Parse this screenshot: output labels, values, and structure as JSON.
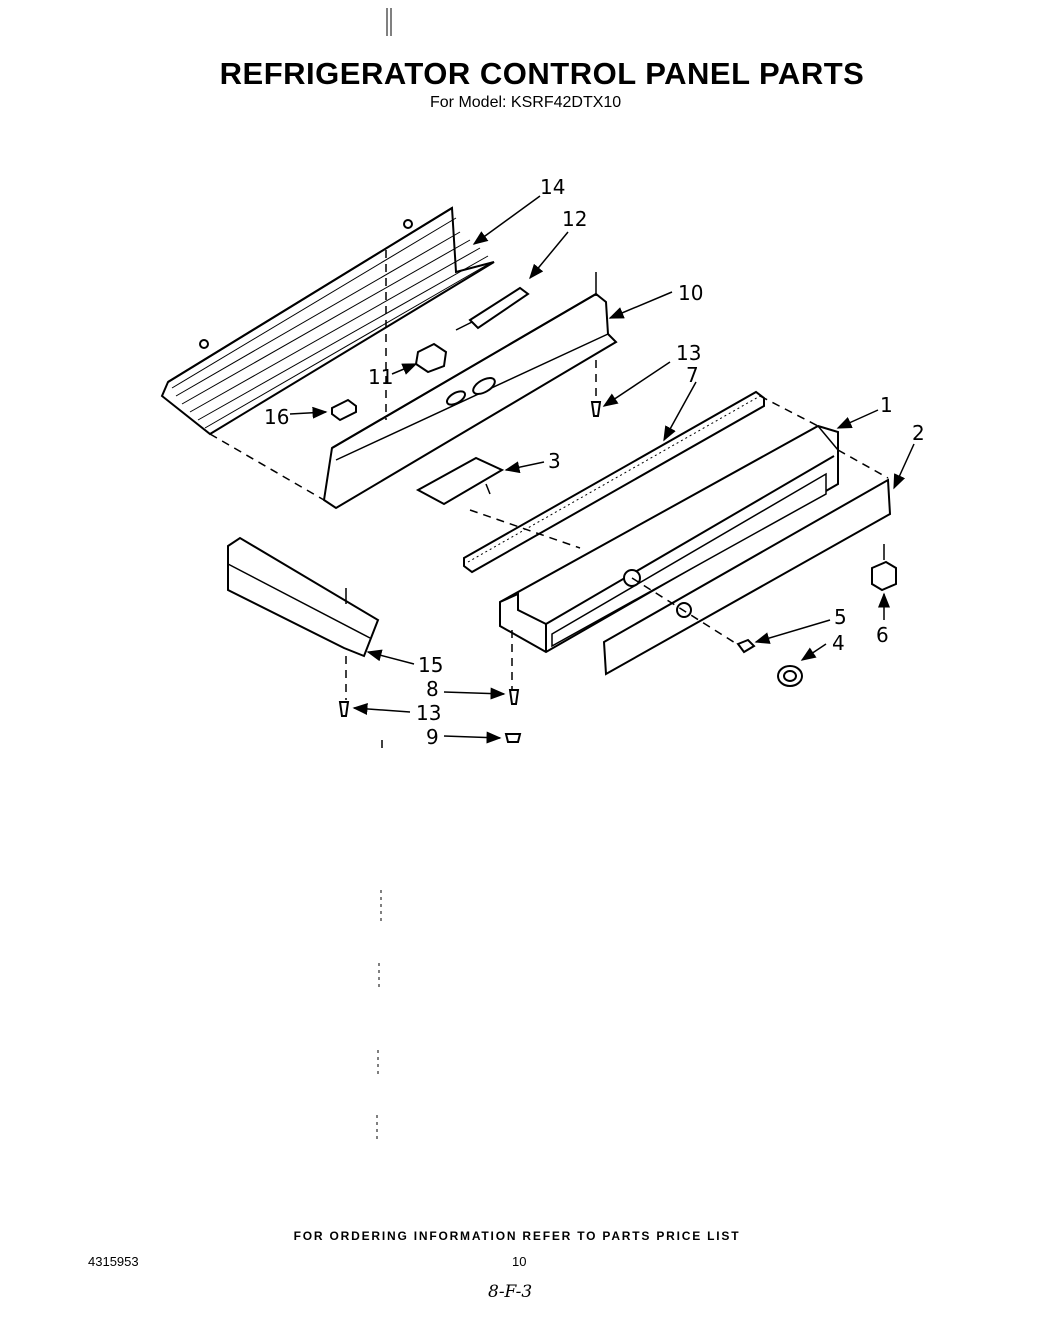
{
  "header": {
    "title": "REFRIGERATOR CONTROL PANEL PARTS",
    "subtitle": "For Model: KSRF42DTX10"
  },
  "callouts": {
    "c1": "1",
    "c2": "2",
    "c3": "3",
    "c4": "4",
    "c5": "5",
    "c6": "6",
    "c7": "7",
    "c8": "8",
    "c9": "9",
    "c10": "10",
    "c11": "11",
    "c12": "12",
    "c13a": "13",
    "c13b": "13",
    "c14": "14",
    "c15": "15",
    "c16": "16"
  },
  "footer": {
    "ordering_note": "FOR ORDERING INFORMATION REFER TO PARTS PRICE LIST",
    "doc_number": "4315953",
    "page_number": "10",
    "handwritten": "8-F-3"
  }
}
